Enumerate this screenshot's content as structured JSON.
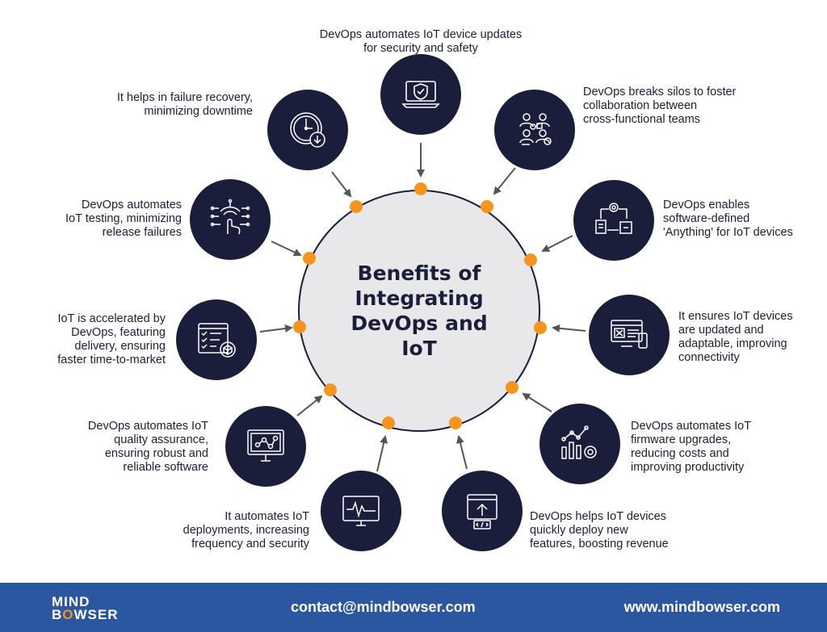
{
  "center": {
    "title": "Benefits of\nIntegrating\nDevOps and IoT"
  },
  "benefits": [
    {
      "label": "DevOps automates IoT device updates\nfor security and safety",
      "icon": "laptop-shield-icon"
    },
    {
      "label": "DevOps breaks silos to foster\ncollaboration between\ncross-functional teams",
      "icon": "team-collaboration-icon"
    },
    {
      "label": "DevOps enables\nsoftware-defined\n'Anything' for IoT devices",
      "icon": "workflow-gear-icon"
    },
    {
      "label": "It ensures IoT devices\nare updated and\nadaptable, improving\nconnectivity",
      "icon": "devices-update-icon"
    },
    {
      "label": "DevOps automates IoT\nfirmware upgrades,\nreducing costs and\nimproving productivity",
      "icon": "chart-gear-icon"
    },
    {
      "label": "DevOps helps IoT devices\nquickly deploy new\nfeatures, boosting revenue",
      "icon": "code-deploy-icon"
    },
    {
      "label": "It automates IoT\ndeployments, increasing\nfrequency and security",
      "icon": "monitor-pulse-icon"
    },
    {
      "label": "DevOps automates IoT\nquality assurance,\nensuring robust and\nreliable software",
      "icon": "monitor-network-icon"
    },
    {
      "label": "IoT is accelerated by\nDevOps, featuring\ndelivery, ensuring\nfaster time-to-market",
      "icon": "checklist-box-icon"
    },
    {
      "label": "DevOps automates\nIoT testing, minimizing\nrelease failures",
      "icon": "touch-circuit-icon"
    },
    {
      "label": "It helps in failure recovery,\nminimizing downtime",
      "icon": "clock-download-icon"
    }
  ],
  "footer": {
    "logo_line1": "MIND",
    "logo_b": "B",
    "logo_o": "O",
    "logo_rest": "WSER",
    "contact": "contact@mindbowser.com",
    "website": "www.mindbowser.com"
  },
  "colors": {
    "navy": "#1b1e3a",
    "orange": "#f7941d",
    "footer_blue": "#2a57a0",
    "center_fill": "#e8e8ea"
  }
}
